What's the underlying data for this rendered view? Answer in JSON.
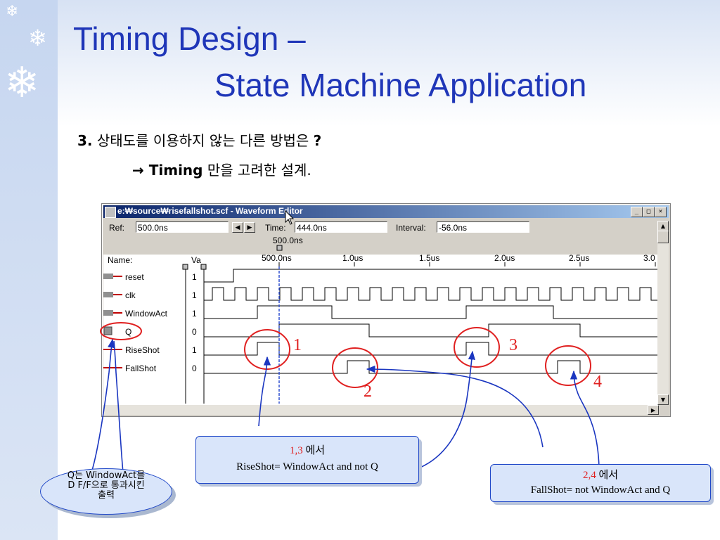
{
  "slide": {
    "title_line1": "Timing Design –",
    "title_line2": "State Machine Application",
    "question_num": "3.",
    "question_text": " 상태도를 이용하지 않는 다른 방법은 ",
    "question_mark": "?",
    "answer_arrow": "→ ",
    "answer_bold": "Timing",
    "answer_rest": " 만을 고려한 설계."
  },
  "window": {
    "title": "e:₩source₩risefallshot.scf - Waveform Editor",
    "min_btn": "_",
    "max_btn": "□",
    "close_btn": "×",
    "ref_label": "Ref:",
    "ref_value": "500.0ns",
    "time_label": "Time:",
    "time_value": "444.0ns",
    "interval_label": "Interval:",
    "interval_value": "-56.0ns",
    "cursor_time": "500.0ns",
    "name_header": "Name:",
    "value_header": "Va",
    "time_ticks": [
      "500.0ns",
      "1.0us",
      "1.5us",
      "2.0us",
      "2.5us",
      "3.0"
    ],
    "signals": [
      {
        "name": "reset",
        "value": "1",
        "icon": "input-pin-icon"
      },
      {
        "name": "clk",
        "value": "1",
        "icon": "input-pin-icon"
      },
      {
        "name": "WindowAct",
        "value": "1",
        "icon": "input-pin-icon"
      },
      {
        "name": "Q",
        "value": "0",
        "icon": "register-icon"
      },
      {
        "name": "RiseShot",
        "value": "1",
        "icon": "output-pin-icon"
      },
      {
        "name": "FallShot",
        "value": "0",
        "icon": "output-pin-icon"
      }
    ]
  },
  "annotations": {
    "markers": [
      "1",
      "2",
      "3",
      "4"
    ],
    "callout_rise_red": "1,3",
    "callout_rise_black": " 에서",
    "callout_rise_text": "RiseShot= WindowAct and not Q",
    "callout_fall_red": "2,4",
    "callout_fall_black": " 에서",
    "callout_fall_text": "FallShot= not WindowAct and Q",
    "oval_text": "Q는 WindowAct를 D F/F으로 통과시킨 출력"
  },
  "colors": {
    "title": "#1f36b8",
    "annotation_red": "#e02020",
    "arrow_blue": "#1a36c0",
    "callout_fill": "#d9e5fa"
  }
}
